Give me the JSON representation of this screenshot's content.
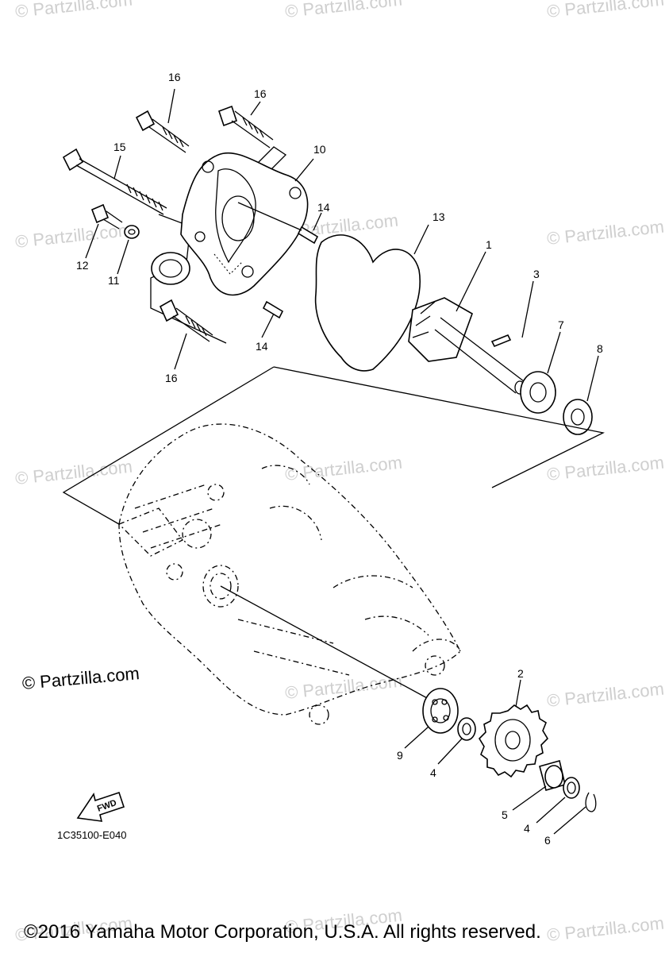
{
  "watermark": "© Partzilla.com",
  "brand_mark": "© Partzilla.com",
  "diagram_code": "1C35100-E040",
  "fwd_label": "FWD",
  "copyright": "©2016 Yamaha Motor Corporation, U.S.A. All rights reserved.",
  "callouts": {
    "c16a": "16",
    "c16b": "16",
    "c16c": "16",
    "c15": "15",
    "c10": "10",
    "c14a": "14",
    "c14b": "14",
    "c13": "13",
    "c12": "12",
    "c11": "11",
    "c1": "1",
    "c3": "3",
    "c7": "7",
    "c8": "8",
    "c2": "2",
    "c9": "9",
    "c4a": "4",
    "c4b": "4",
    "c5": "5",
    "c6": "6"
  }
}
